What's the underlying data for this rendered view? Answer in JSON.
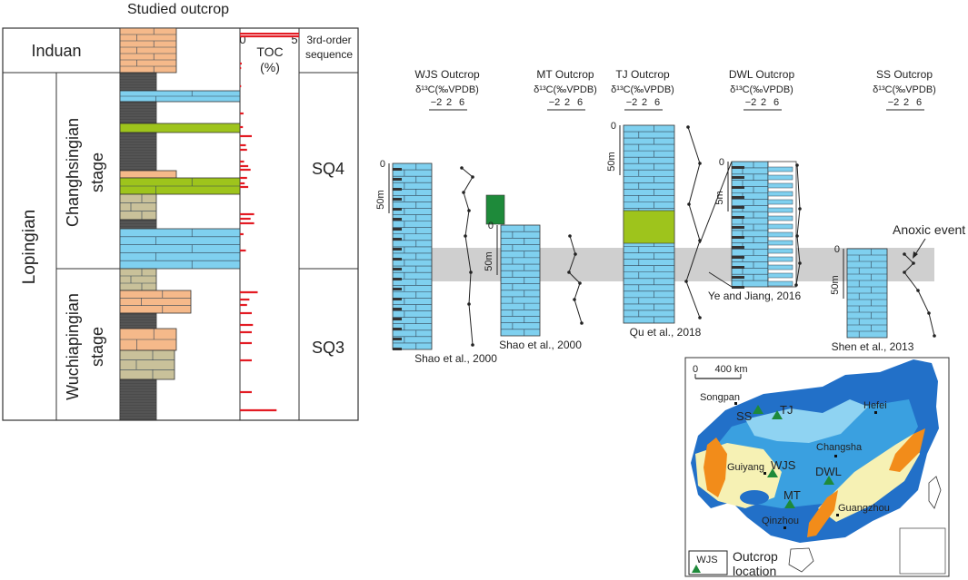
{
  "studied_outcrop": {
    "title": "Studied outcrop",
    "stages": {
      "induan": "Induan",
      "lopingian": "Lopingian",
      "changhsingian": "Changhsingian",
      "wuchiapingian": "Wuchiapingian",
      "stage_word": "stage"
    },
    "toc": {
      "axis_min": "0",
      "axis_max": "5",
      "label": "TOC",
      "unit": "(%)",
      "values": [
        5.0,
        0.15,
        0.1,
        0.1,
        0.3,
        0.25,
        1.0,
        0.5,
        0.6,
        0.35,
        0.7,
        0.9,
        0.6,
        0.4,
        0.7,
        1.2,
        0.9,
        1.2,
        0.3,
        0.5,
        1.5,
        0.8,
        0.6,
        1.0,
        1.1,
        1.0,
        1.0,
        1.0,
        1.0,
        3.1
      ]
    },
    "sequence": {
      "header_line1": "3rd-order",
      "header_line2": "sequence",
      "sq4": "SQ4",
      "sq3": "SQ3"
    }
  },
  "isotope_axis": {
    "label": "δ¹³C(‰VPDB)",
    "ticks": [
      "−2",
      "2",
      "6"
    ]
  },
  "outcrops": [
    {
      "id": "WJS",
      "title": "WJS Outcrop",
      "citation": "Shao et al., 2000",
      "scale": "50m",
      "zero": "0"
    },
    {
      "id": "MT",
      "title": "MT Outcrop",
      "citation": "Shao et al., 2000",
      "scale": "50m",
      "zero": "0"
    },
    {
      "id": "TJ",
      "title": "TJ Outcrop",
      "citation": "Qu et al., 2018",
      "scale": "50m",
      "zero": "0"
    },
    {
      "id": "DWL",
      "title": "DWL Outcrop",
      "citation": "Ye and Jiang, 2016",
      "scale": "5m",
      "zero": "0"
    },
    {
      "id": "SS",
      "title": "SS Outcrop",
      "citation": "Shen et al., 2013",
      "scale": "50m",
      "zero": "0"
    }
  ],
  "anoxic_label": "Anoxic event",
  "map": {
    "scale_label": "0      400 km",
    "cities": [
      "Songpan",
      "Hefei",
      "Changsha",
      "Guiyang",
      "Guangzhou",
      "Qinzhou"
    ],
    "outcrop_labels": [
      "SS",
      "TJ",
      "WJS",
      "DWL",
      "MT"
    ],
    "legend_code": "WJS",
    "legend_text_1": "Outcrop",
    "legend_text_2": "location"
  },
  "colors": {
    "limestone": "#7fd0ef",
    "sandstone": "#f5b98a",
    "marl": "#9ec41c",
    "siltstone": "#c9c19a",
    "mudstone": "#4b4b4b",
    "toc": "#e31b23",
    "band": "#cfcfcf",
    "map_deep": "#2270c8",
    "map_mid": "#3aa0e0",
    "map_light": "#8fd3f2",
    "map_land": "#f6f1b4",
    "map_orange": "#f28c1a",
    "marker": "#1e8a3a"
  }
}
